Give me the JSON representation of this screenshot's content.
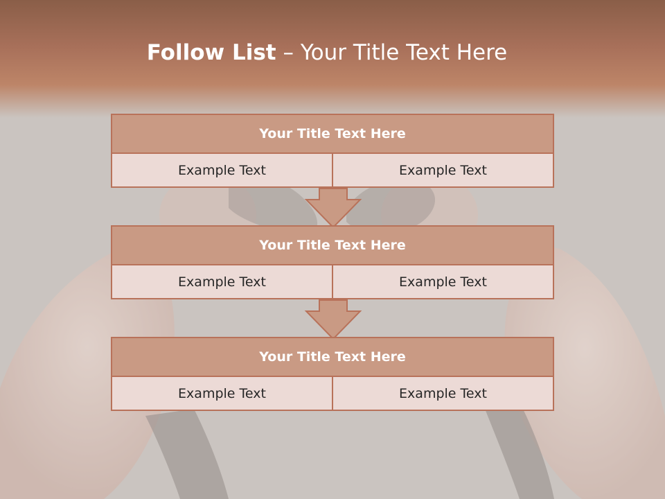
{
  "slide": {
    "title_bold": "Follow List",
    "title_rest": " – Your Title Text Here"
  },
  "blocks": [
    {
      "title": "Your Title Text Here",
      "left_text": "Example Text",
      "right_text": "Example Text"
    },
    {
      "title": "Your Title Text Here",
      "left_text": "Example Text",
      "right_text": "Example Text"
    },
    {
      "title": "Your Title Text Here",
      "left_text": "Example Text",
      "right_text": "Example Text"
    }
  ],
  "colors": {
    "accent": "#b8725a",
    "block_title_fill": "#c99a84",
    "block_row_fill": "#ecdad6",
    "header_band": "#a8705a"
  },
  "icons": [
    "down-arrow-icon"
  ]
}
